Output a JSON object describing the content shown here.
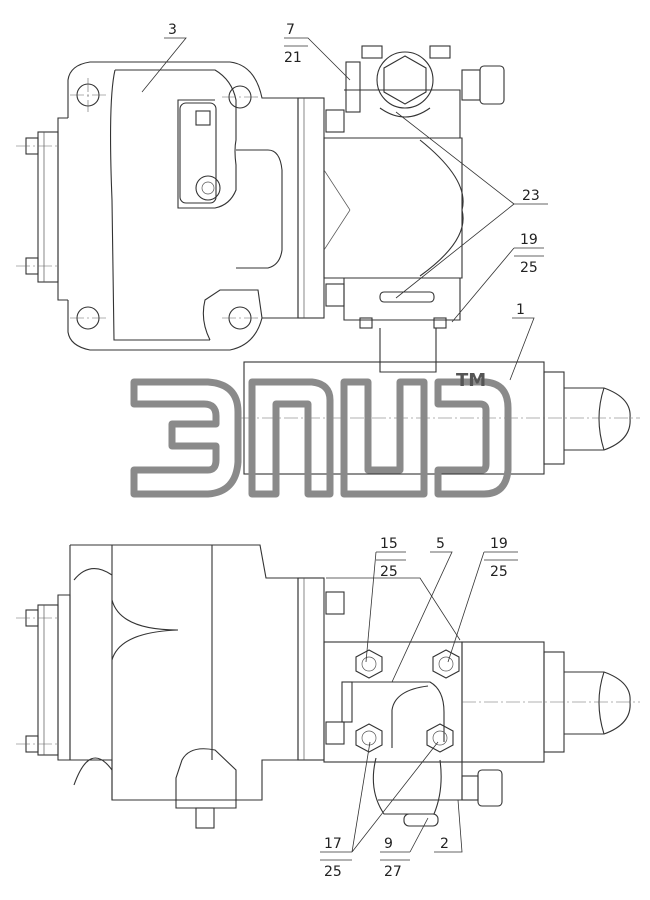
{
  "watermark": {
    "trademark": "TM"
  },
  "callouts": {
    "c3": "3",
    "c7": "7",
    "c21": "21",
    "c23": "23",
    "c19a": "19",
    "c25a": "25",
    "c1": "1",
    "c15": "15",
    "c25b": "25",
    "c5": "5",
    "c19b": "19",
    "c25c": "25",
    "c17": "17",
    "c25d": "25",
    "c9": "9",
    "c27": "27",
    "c2": "2"
  }
}
